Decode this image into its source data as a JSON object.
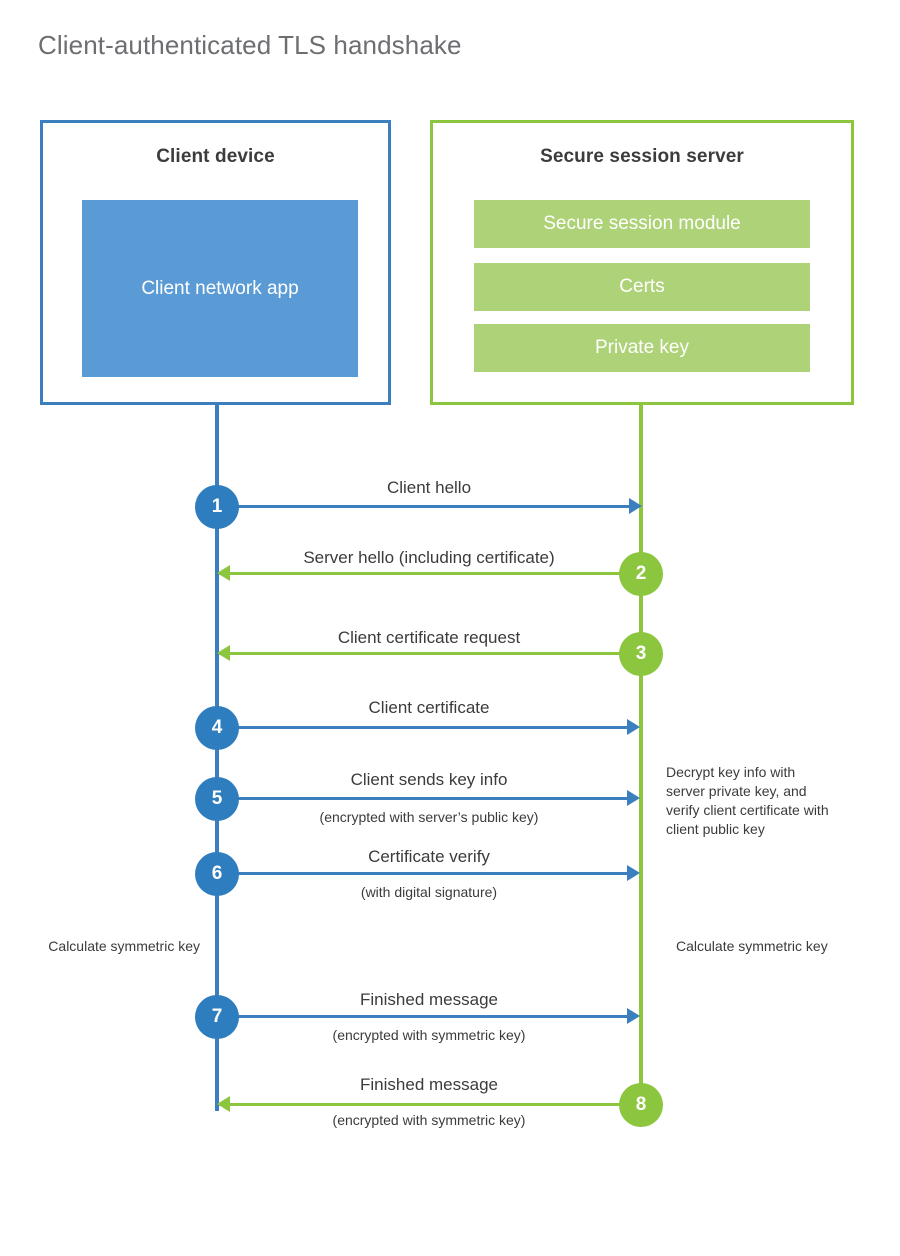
{
  "diagram": {
    "title": "Client-authenticated TLS handshake",
    "colors": {
      "client_blue": "#3c7fbf",
      "client_circle_blue": "#2e7dbe",
      "client_app_blue": "#5b9bd5",
      "server_green": "#8cc63f",
      "server_bar_green": "#aed277",
      "title_gray": "#6d6e71",
      "text_gray": "#3b3b3b"
    },
    "entities": {
      "client": {
        "title": "Client device",
        "blocks": [
          {
            "label": "Client network app"
          }
        ]
      },
      "server": {
        "title": "Secure session server",
        "blocks": [
          {
            "label": "Secure session module"
          },
          {
            "label": "Certs"
          },
          {
            "label": "Private key"
          }
        ]
      }
    },
    "steps": [
      {
        "number": "1",
        "label": "Client hello",
        "sub": "",
        "direction": "client-to-server",
        "color": "blue"
      },
      {
        "number": "2",
        "label": "Server hello (including certificate)",
        "sub": "",
        "direction": "server-to-client",
        "color": "green"
      },
      {
        "number": "3",
        "label": "Client certificate request",
        "sub": "",
        "direction": "server-to-client",
        "color": "green"
      },
      {
        "number": "4",
        "label": "Client certificate",
        "sub": "",
        "direction": "client-to-server",
        "color": "blue"
      },
      {
        "number": "5",
        "label": "Client sends key info",
        "sub": "(encrypted with server’s public key)",
        "direction": "client-to-server",
        "color": "blue"
      },
      {
        "number": "6",
        "label": "Certificate verify",
        "sub": "(with digital signature)",
        "direction": "client-to-server",
        "color": "blue"
      },
      {
        "number": "7",
        "label": "Finished message",
        "sub": "(encrypted with symmetric key)",
        "direction": "client-to-server",
        "color": "blue"
      },
      {
        "number": "8",
        "label": "Finished message",
        "sub": "(encrypted with symmetric key)",
        "direction": "server-to-client",
        "color": "green"
      }
    ],
    "notes": {
      "server_decrypt": "Decrypt key info with server private key, and verify client certificate with client public key",
      "client_calculate": "Calculate symmetric key",
      "server_calculate": "Calculate symmetric key"
    }
  }
}
